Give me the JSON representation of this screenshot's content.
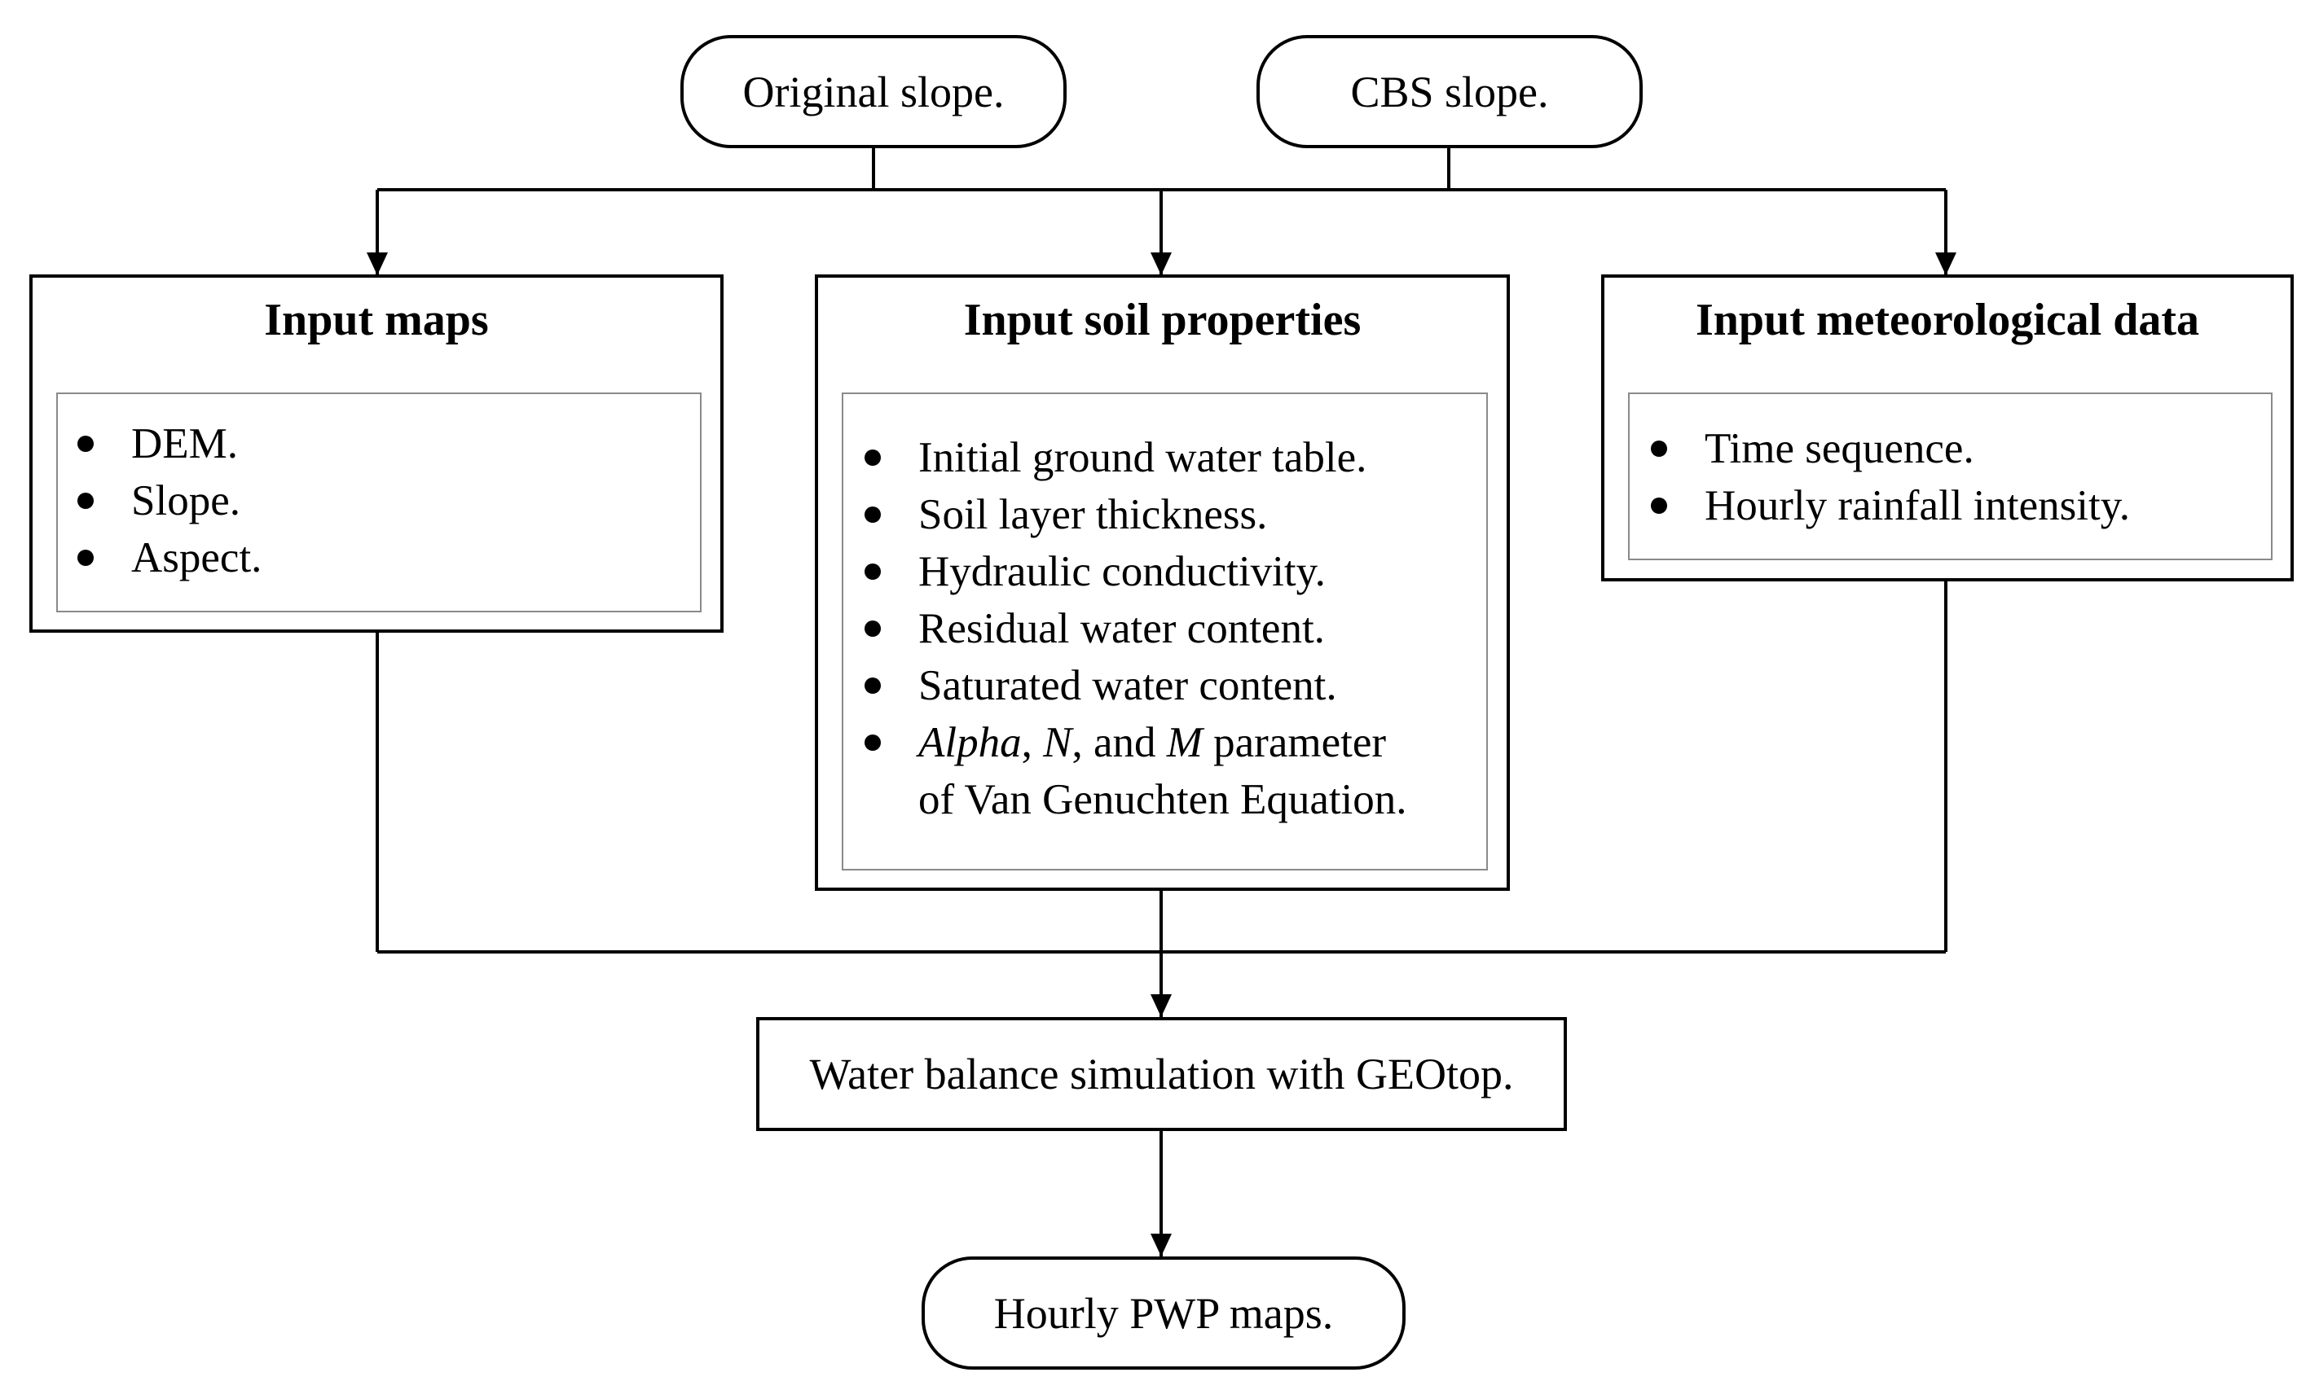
{
  "nodes": {
    "original_slope": "Original slope.",
    "cbs_slope": "CBS slope.",
    "simulation": "Water balance simulation with GEOtop.",
    "output": "Hourly PWP maps."
  },
  "panels": {
    "maps": {
      "title": "Input maps",
      "items": [
        "DEM.",
        "Slope.",
        "Aspect."
      ]
    },
    "soil": {
      "title": "Input soil properties",
      "items": [
        "Initial ground water table.",
        "Soil layer thickness.",
        "Hydraulic conductivity.",
        "Residual water content.",
        "Saturated water content."
      ],
      "last_item": {
        "alpha": "Alpha",
        "sep1": ", ",
        "n": "N",
        "sep2": ", and ",
        "m": "M",
        "rest": " parameter",
        "line2": "of Van Genuchten Equation."
      }
    },
    "meteo": {
      "title": "Input meteorological data",
      "items": [
        "Time sequence.",
        "Hourly rainfall intensity."
      ]
    }
  }
}
